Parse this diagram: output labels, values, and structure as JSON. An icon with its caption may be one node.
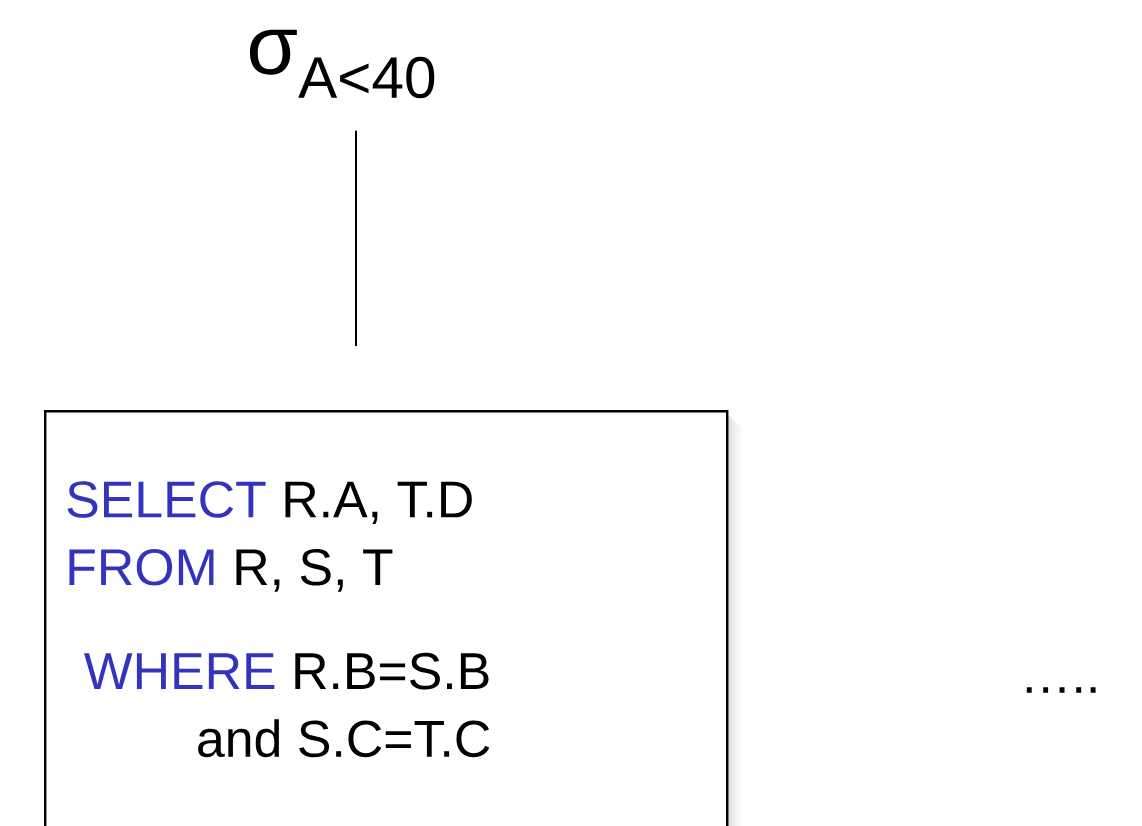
{
  "diagram": {
    "nodes": [
      {
        "text": [
          "σ$_{A<40}$"
        ]
      },
      {
        "text": [
          "SELECT",
          "R.A, T.D",
          "FROM",
          "R, S, T",
          "WHERE",
          "R.B=S.B and S.C=T.C"
        ]
      }
    ],
    "edges": [
      {
        "from": 1,
        "to": 0,
        "arrow": "none"
      }
    ],
    "labels": [
      "….."
    ]
  }
}
